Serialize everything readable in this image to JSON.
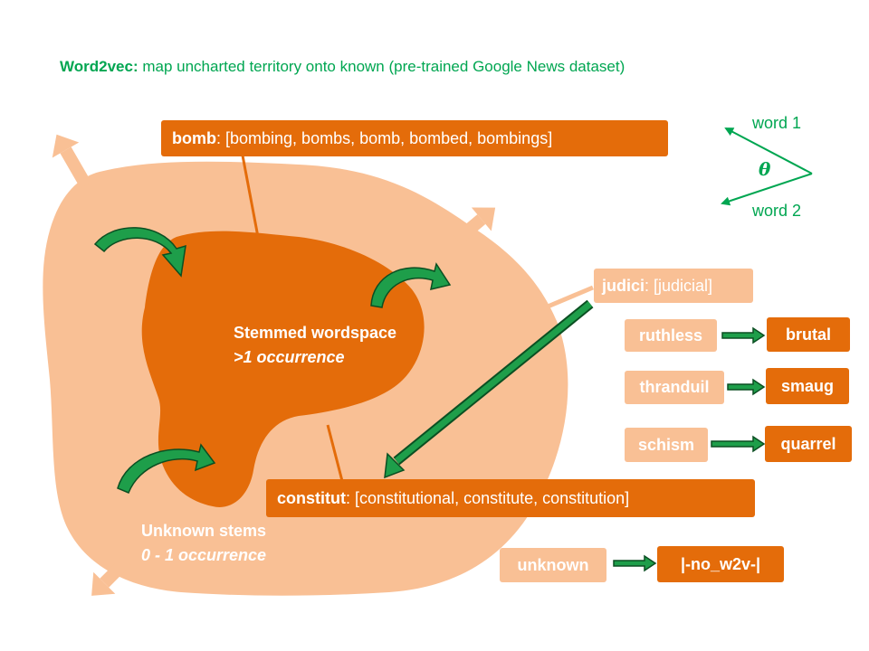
{
  "title": {
    "bold": "Word2vec:",
    "rest": " map uncharted territory onto known (pre-trained Google News dataset)"
  },
  "regions": {
    "stemmed": {
      "line1": "Stemmed wordspace",
      "line2": ">1 occurrence"
    },
    "unknown": {
      "line1": "Unknown stems",
      "line2": "0 - 1 occurrence"
    }
  },
  "boxes": {
    "bomb": {
      "stem": "bomb",
      "words": " : [bombing, bombs, bomb, bombed, bombings]"
    },
    "judici": {
      "stem": "judici",
      "words": " : [judicial]"
    },
    "constitut": {
      "stem": "constitut",
      "words": " : [constitutional, constitute, constitution]"
    }
  },
  "mappings": [
    {
      "from": "ruthless",
      "to": "brutal"
    },
    {
      "from": "thranduil",
      "to": "smaug"
    },
    {
      "from": "schism",
      "to": "quarrel"
    },
    {
      "from": "unknown",
      "to": "|-no_w2v-|"
    }
  ],
  "legend": {
    "word1": "word 1",
    "word2": "word 2",
    "angle": "θ"
  },
  "colors": {
    "dark_orange": "#e46c0a",
    "light_orange": "#f9c095",
    "green": "#00a651",
    "arrow_green": "#1e9e4a"
  }
}
